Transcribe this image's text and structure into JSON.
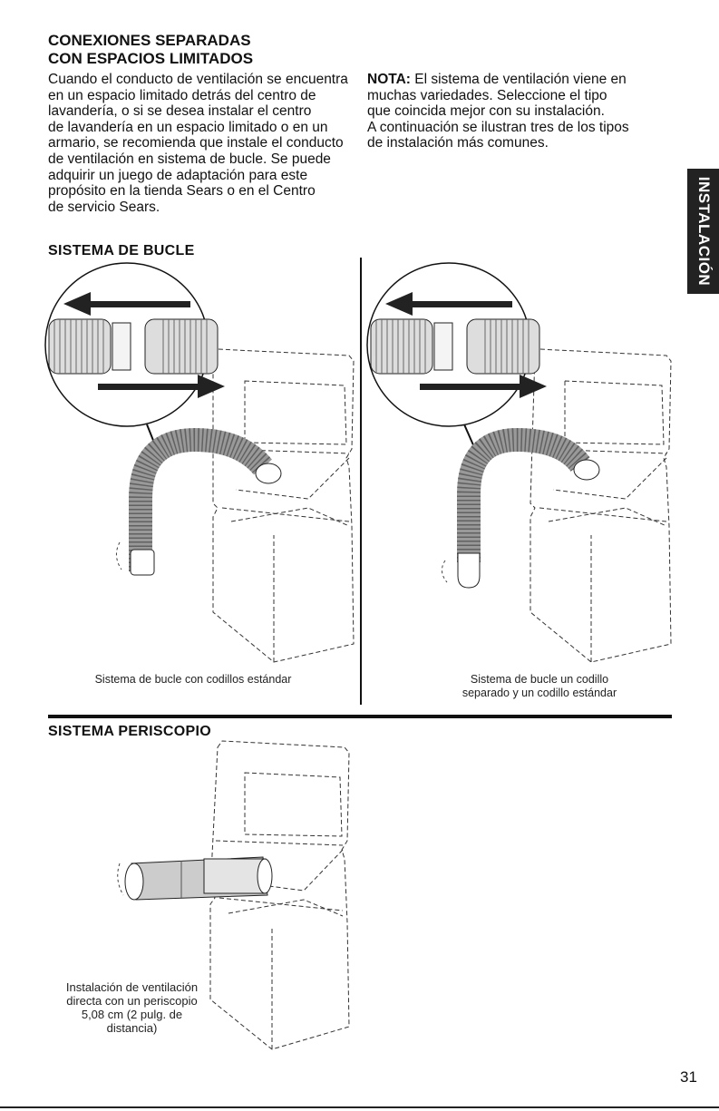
{
  "header": {
    "title_line1": "CONEXIONES SEPARADAS",
    "title_line2": "CON ESPACIOS LIMITADOS"
  },
  "intro": {
    "left_lines": [
      "Cuando el conducto de ventilación se encuentra",
      "en un espacio limitado detrás del centro de",
      "lavandería, o si se desea instalar el centro",
      "de lavandería en un espacio limitado o en un",
      "armario, se recomienda que instale el conducto",
      "de ventilación en sistema de bucle. Se puede",
      "adquirir un juego de adaptación para este",
      "propósito en la tienda Sears o en el Centro",
      "de servicio Sears."
    ],
    "note_label": "NOTA:",
    "note_first": " El sistema de ventilación viene en",
    "note_lines": [
      "muchas variedades. Seleccione el tipo",
      "que coincida mejor con su instalación.",
      "A continuación se ilustran tres de los tipos",
      "de instalación más comunes."
    ]
  },
  "side_tab": {
    "label": "INSTALACIÓN"
  },
  "sections": {
    "loop": "SISTEMA DE BUCLE",
    "periscope": "SISTEMA PERISCOPIO"
  },
  "captions": {
    "loop_left": "Sistema de bucle con codillos estándar",
    "loop_right_line1": "Sistema de bucle un codillo",
    "loop_right_line2": "separado y un codillo estándar",
    "periscope_lines": [
      "Instalación de ventilación",
      "directa con un periscopio",
      "5,08 cm (2 pulg. de",
      "distancia)"
    ]
  },
  "page_number": "31",
  "icons": {
    "arrow": "arrow-icon",
    "hose": "flexible-duct",
    "appliance": "laundry-center-outline"
  }
}
